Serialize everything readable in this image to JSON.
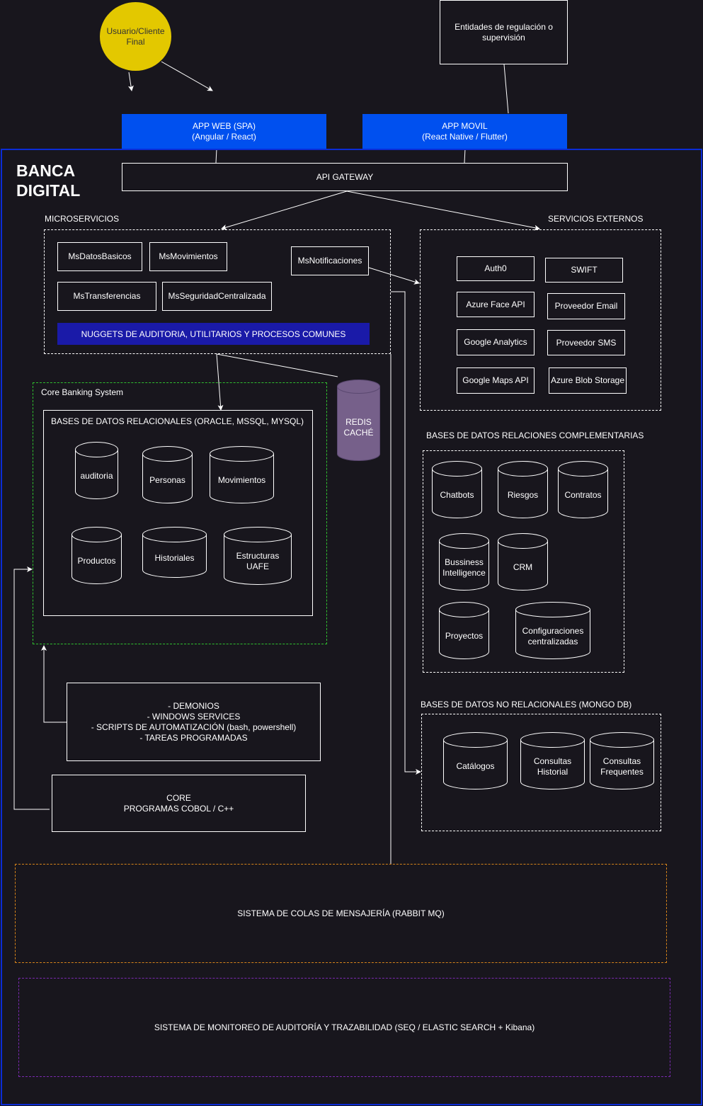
{
  "user": "Usuario/Cliente\nFinal",
  "regulators": "Entidades de regulación o\nsupervisión",
  "app_web": "APP WEB (SPA)\n(Angular / React)",
  "app_movil": "APP MOVIL\n(React Native / Flutter)",
  "banca_title": "BANCA\nDIGITAL",
  "api_gateway": "API GATEWAY",
  "microservicios": {
    "title": "MICROSERVICIOS",
    "items": [
      "MsDatosBasicos",
      "MsMovimientos",
      "MsNotificaciones",
      "MsTransferencias",
      "MsSeguridadCentralizada"
    ],
    "nuggets": "NUGGETS DE AUDITORIA, UTILITARIOS Y PROCESOS COMUNES"
  },
  "servicios_externos": {
    "title": "SERVICIOS EXTERNOS",
    "items": [
      "Auth0",
      "SWIFT",
      "Azure Face API",
      "Proveedor Email",
      "Google Analytics",
      "Proveedor SMS",
      "Google Maps API",
      "Azure Blob Storage"
    ]
  },
  "redis": "REDIS\nCACHÉ",
  "core_banking": {
    "title": "Core Banking System",
    "db_title": "BASES DE DATOS RELACIONALES (ORACLE, MSSQL, MYSQL)",
    "dbs": [
      "auditoria",
      "Personas",
      "Movimientos",
      "Productos",
      "Historiales",
      "Estructuras\nUAFE"
    ]
  },
  "complementarias": {
    "title": "BASES DE DATOS RELACIONES COMPLEMENTARIAS",
    "dbs": [
      "Chatbots",
      "Riesgos",
      "Contratos",
      "Bussiness\nIntelligence",
      "CRM",
      "Proyectos",
      "Configuraciones\ncentralizadas"
    ]
  },
  "no_relacionales": {
    "title": "BASES DE DATOS NO RELACIONALES (MONGO DB)",
    "dbs": [
      "Catálogos",
      "Consultas\nHistorial",
      "Consultas\nFrequentes"
    ]
  },
  "demonios": "- DEMONIOS\n- WINDOWS SERVICES\n- SCRIPTS DE AUTOMATIZACIÓN (bash, powershell)\n- TAREAS PROGRAMADAS",
  "core": "CORE\nPROGRAMAS COBOL / C++",
  "rabbit": "SISTEMA DE COLAS DE MENSAJERÍA (RABBIT MQ)",
  "monitoreo": "SISTEMA DE MONITOREO DE AUDITORÍA Y TRAZABILIDAD (SEQ / ELASTIC SEARCH + Kibana)",
  "colors": {
    "background": "#18161d",
    "app_blue": "#0050ef",
    "nuggets_blue": "#1a1aa8",
    "banca_border": "#0b2cd6",
    "user_yellow": "#e3c800",
    "redis_purple": "#76608a",
    "core_green": "#2fbf2f",
    "rabbit_orange": "#d6831a",
    "monitor_purple": "#7a2ab0"
  }
}
